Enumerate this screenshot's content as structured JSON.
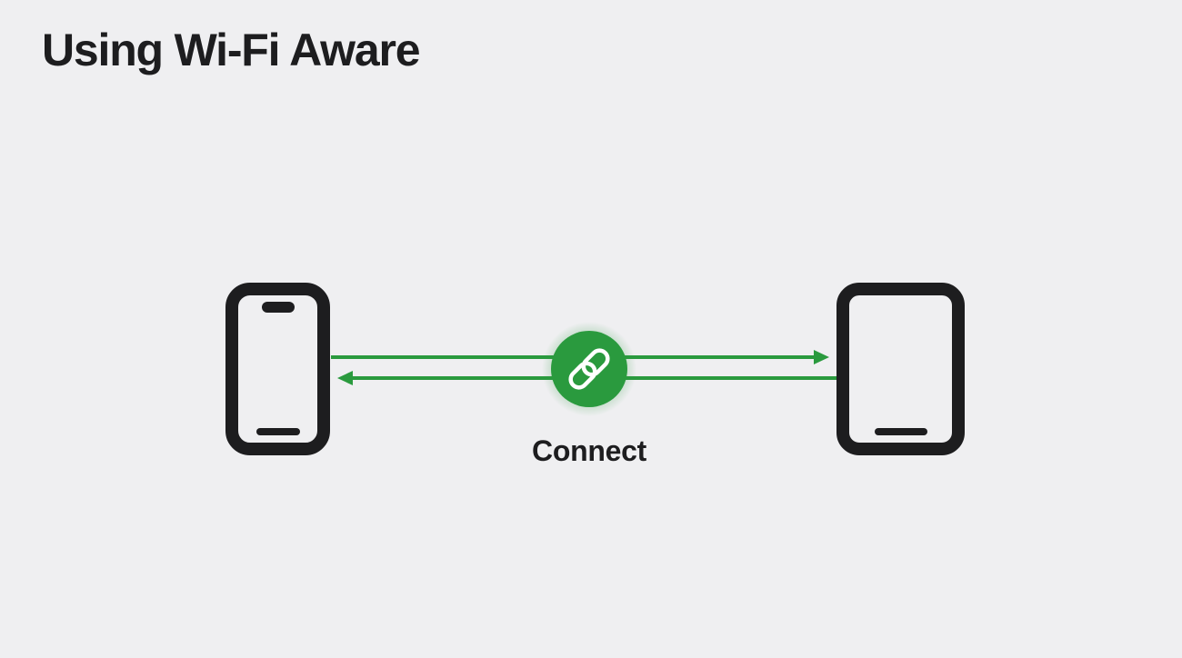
{
  "slide": {
    "title": "Using Wi-Fi Aware"
  },
  "diagram": {
    "devices": [
      {
        "icon": "iphone-icon"
      },
      {
        "icon": "ipad-icon"
      }
    ],
    "link": {
      "icon": "link-icon",
      "label": "Connect",
      "color": "#2a9a3e"
    },
    "arrows": [
      {
        "direction": "right",
        "color": "#2a9a3e"
      },
      {
        "direction": "left",
        "color": "#2a9a3e"
      }
    ],
    "device_color": "#1d1d1f",
    "background": "#efeff1"
  }
}
